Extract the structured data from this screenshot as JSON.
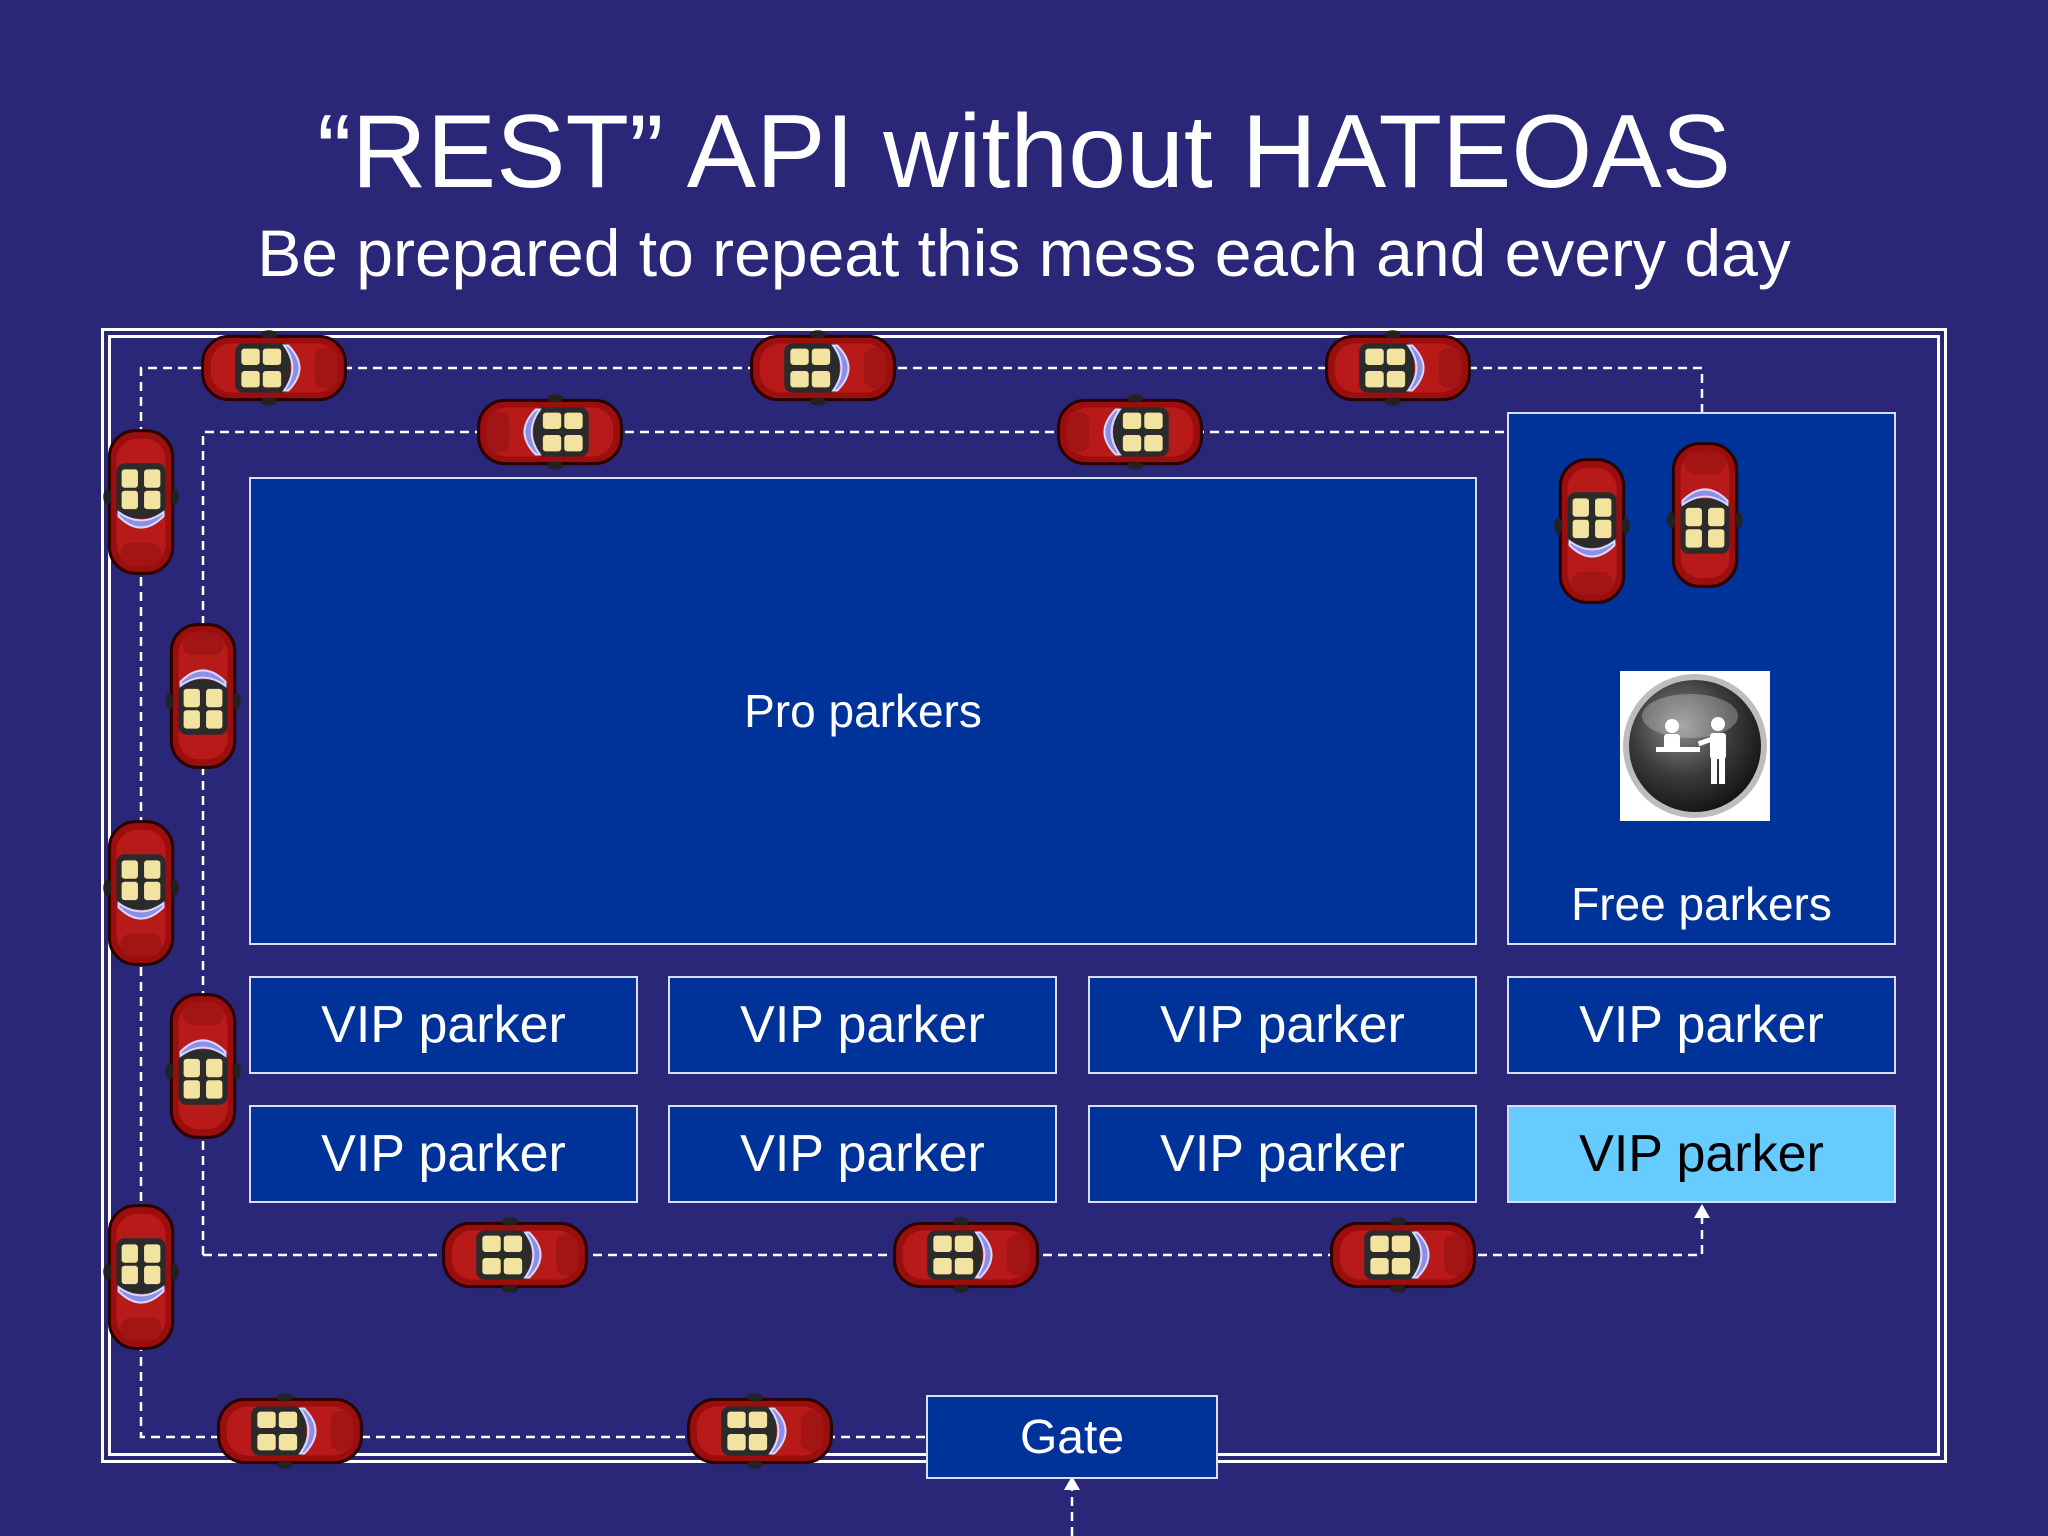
{
  "slide": {
    "title": "“REST” API without HATEOAS",
    "subtitle": "Be prepared to repeat this mess each and every day"
  },
  "lot": {
    "pro_parkers_label": "Pro parkers",
    "free_parkers_label": "Free parkers",
    "vip_parker_label": "VIP parker",
    "gate_label": "Gate",
    "vip_spots": [
      {
        "label": "VIP parker",
        "highlighted": false
      },
      {
        "label": "VIP parker",
        "highlighted": false
      },
      {
        "label": "VIP parker",
        "highlighted": false
      },
      {
        "label": "VIP parker",
        "highlighted": false
      },
      {
        "label": "VIP parker",
        "highlighted": false
      },
      {
        "label": "VIP parker",
        "highlighted": false
      },
      {
        "label": "VIP parker",
        "highlighted": false
      },
      {
        "label": "VIP parker",
        "highlighted": true
      }
    ],
    "attendant_icon": "parking-attendant-icon",
    "car_icon": "car-icon"
  },
  "colors": {
    "background": "#2a2678",
    "box_fill": "#003399",
    "highlight_fill": "#66ccff",
    "car_body": "#9b0e0e"
  }
}
